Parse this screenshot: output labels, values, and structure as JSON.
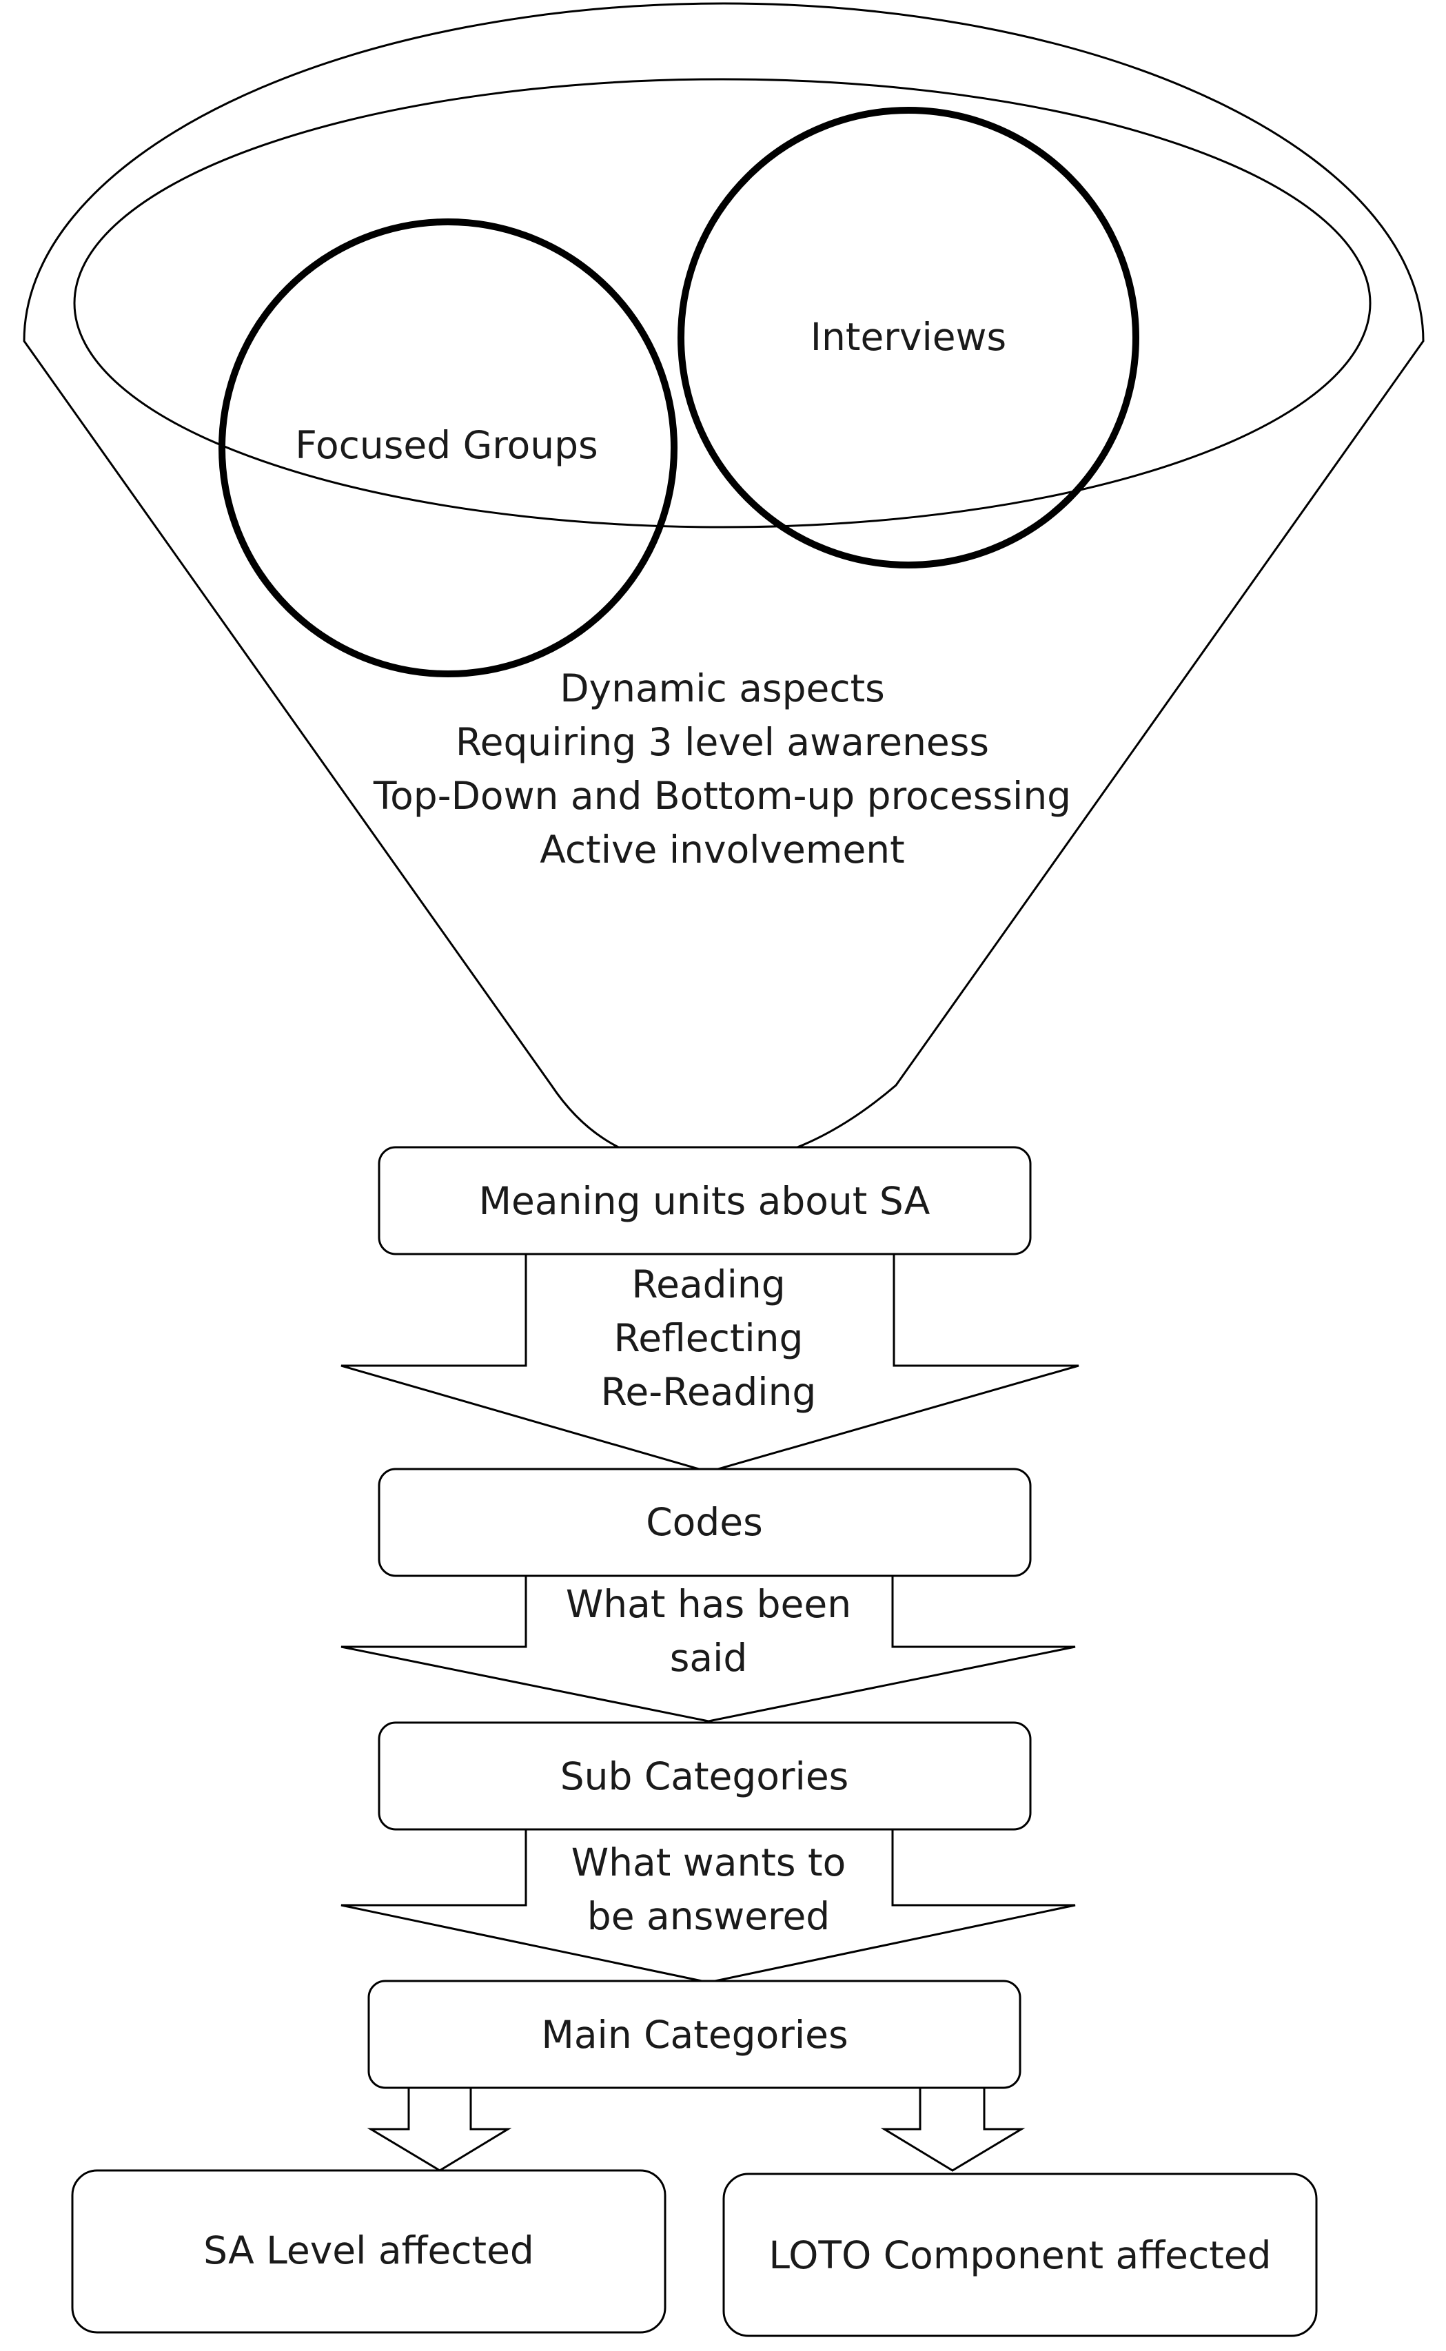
{
  "funnel": {
    "sources": {
      "focused_groups": "Focused Groups",
      "interviews": "Interviews"
    },
    "aspects": [
      "Dynamic aspects",
      "Requiring 3 level awareness",
      "Top-Down and Bottom-up processing",
      "Active involvement"
    ]
  },
  "steps": {
    "meaning_units": "Meaning units about SA",
    "codes": "Codes",
    "sub_categories": "Sub Categories",
    "main_categories": "Main Categories"
  },
  "transitions": {
    "first": [
      "Reading",
      "Reflecting",
      "Re-Reading"
    ],
    "second": [
      "What has been",
      "said"
    ],
    "third": [
      "What wants to",
      "be answered"
    ]
  },
  "outcomes": {
    "sa_level": "SA Level affected",
    "loto_component": "LOTO Component affected"
  }
}
